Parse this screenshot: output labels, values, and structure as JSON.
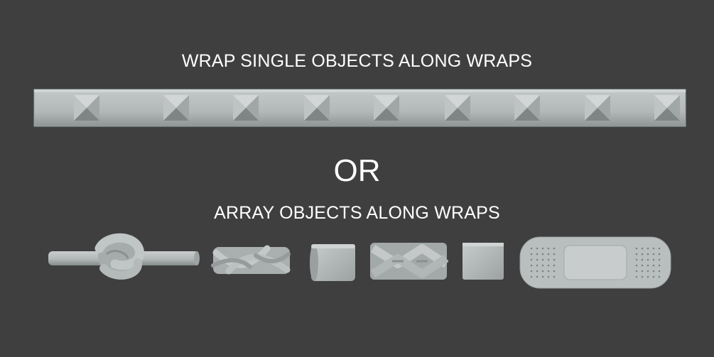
{
  "heading_top": "WRAP SINGLE OBJECTS ALONG WRAPS",
  "separator": "OR",
  "heading_bottom": "ARRAY OBJECTS ALONG WRAPS",
  "studs_count": 9,
  "colors": {
    "background": "#3f3f3f",
    "text": "#ffffff",
    "model": "#b6bbbb",
    "model_shadow": "#8d9393",
    "model_highlight": "#d6dada"
  },
  "objects": [
    "knot-rope",
    "twisted-rope",
    "cylinder-band",
    "braid",
    "square-patch",
    "bandage"
  ]
}
